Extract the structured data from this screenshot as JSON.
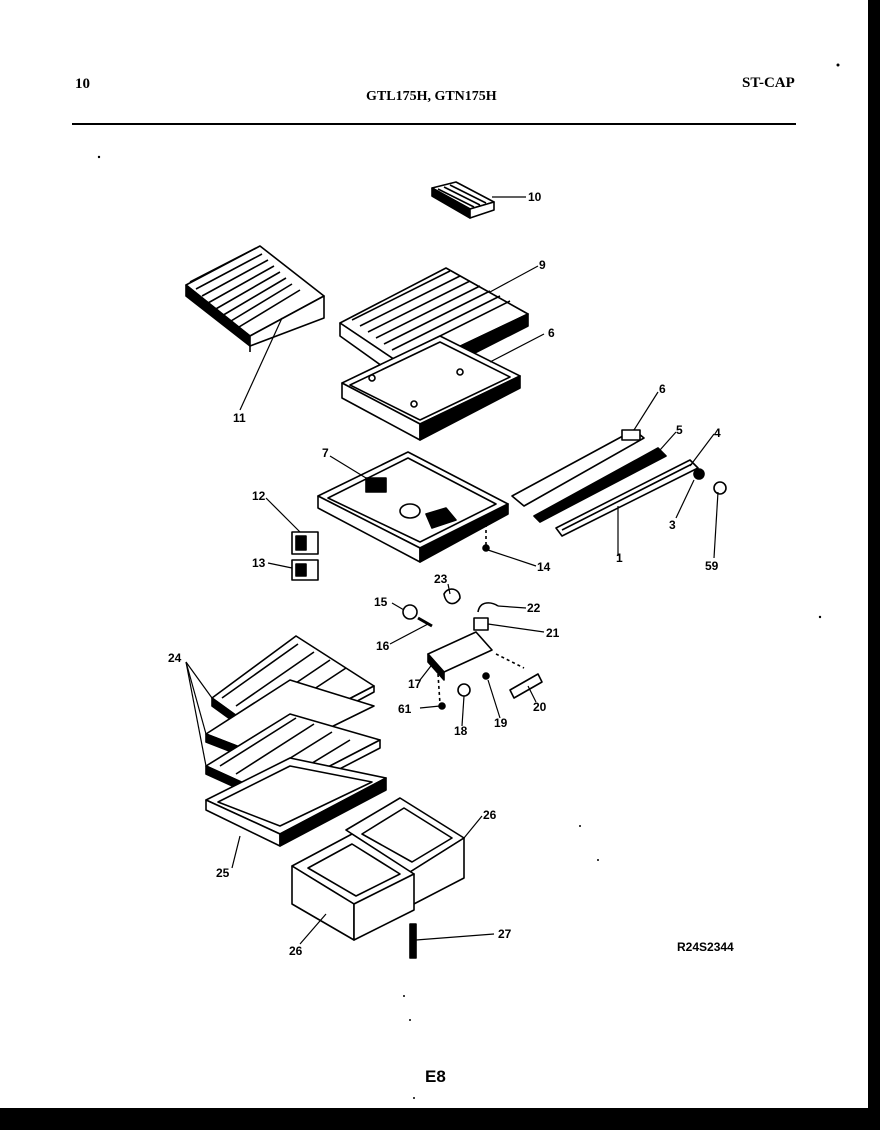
{
  "header": {
    "page_number": "10",
    "model_numbers": "GTL175H, GTN175H",
    "catalog": "ST-CAP"
  },
  "diagram": {
    "callouts": [
      "10",
      "9",
      "6",
      "11",
      "6",
      "5",
      "4",
      "7",
      "12",
      "13",
      "14",
      "3",
      "1",
      "59",
      "23",
      "15",
      "22",
      "16",
      "21",
      "24",
      "17",
      "61",
      "18",
      "19",
      "20",
      "26",
      "25",
      "26",
      "27"
    ],
    "reference_code": "R24S2344",
    "page_code": "E8"
  }
}
